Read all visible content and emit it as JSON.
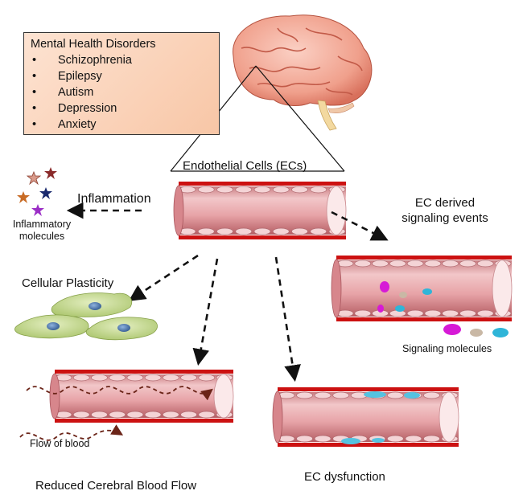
{
  "disorders": {
    "title": "Mental Health Disorders",
    "items": [
      "Schizophrenia",
      "Epilepsy",
      "Autism",
      "Depression",
      "Anxiety"
    ]
  },
  "labels": {
    "endothelial": "Endothelial Cells (ECs)",
    "inflammation": "Inflammation",
    "inflammatory_line1": "Inflammatory",
    "inflammatory_line2": "molecules",
    "ec_derived_line1": "EC derived",
    "ec_derived_line2": "signaling events",
    "signaling_molecules": "Signaling molecules",
    "cellular_plasticity": "Cellular Plasticity",
    "flow_of_blood": "Flow of blood",
    "reduced_flow": "Reduced Cerebral Blood Flow",
    "ec_dysfunction": "EC dysfunction"
  },
  "colors": {
    "vessel_wall": "#cc1111",
    "vessel_body": "#eba9ad",
    "box_fill": "#f8c6a6",
    "cell_body": "#b5cf7a",
    "cell_nucleus": "#3f6fa8",
    "flow_arrow": "#6b2418"
  }
}
